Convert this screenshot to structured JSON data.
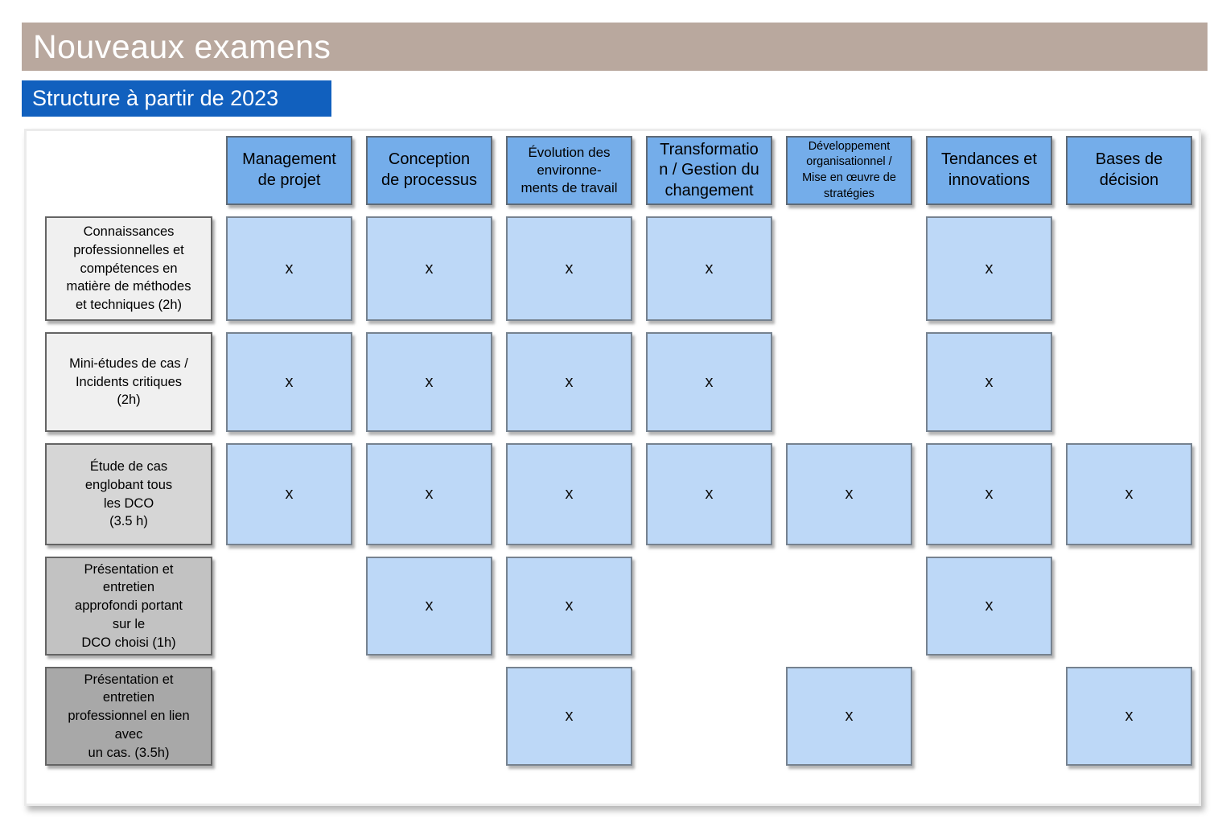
{
  "title": "Nouveaux examens",
  "subtitle": "Structure à partir de 2023",
  "colors": {
    "title_bar_bg": "#B9A89E",
    "subtitle_bg": "#1160BE",
    "column_header_bg": "#74ADEA",
    "cell_bg": "#BDD8F7",
    "row_header_shades": [
      "#F0F0F0",
      "#F0F0F0",
      "#D6D6D6",
      "#C2C2C2",
      "#A8A8A8"
    ]
  },
  "matrix": {
    "mark_symbol": "x",
    "columns": [
      {
        "label": "Management\nde projet"
      },
      {
        "label": "Conception\nde processus"
      },
      {
        "label": "Évolution des\nenvironne-\nments de travail"
      },
      {
        "label": "Transformatio\nn / Gestion du\nchangement"
      },
      {
        "label": "Développement\norganisationnel /\nMise en œuvre de\nstratégies"
      },
      {
        "label": "Tendances et\ninnovations"
      },
      {
        "label": "Bases de\ndécision"
      }
    ],
    "rows": [
      {
        "label": "Connaissances\nprofessionnelles et\ncompétences en\nmatière de méthodes\net techniques (2h)"
      },
      {
        "label": "Mini-études de cas /\nIncidents critiques\n(2h)"
      },
      {
        "label": "Étude de cas\nenglobant tous\nles DCO\n(3.5 h)"
      },
      {
        "label": "Présentation et\nentretien\napprofondi portant\nsur le\nDCO choisi (1h)"
      },
      {
        "label": "Présentation et\nentretien\nprofessionnel en lien\navec\nun cas. (3.5h)"
      }
    ],
    "marks": [
      [
        1,
        1,
        1,
        1,
        0,
        1,
        0
      ],
      [
        1,
        1,
        1,
        1,
        0,
        1,
        0
      ],
      [
        1,
        1,
        1,
        1,
        1,
        1,
        1
      ],
      [
        0,
        1,
        1,
        0,
        0,
        1,
        0
      ],
      [
        0,
        0,
        1,
        0,
        1,
        0,
        1
      ]
    ]
  }
}
